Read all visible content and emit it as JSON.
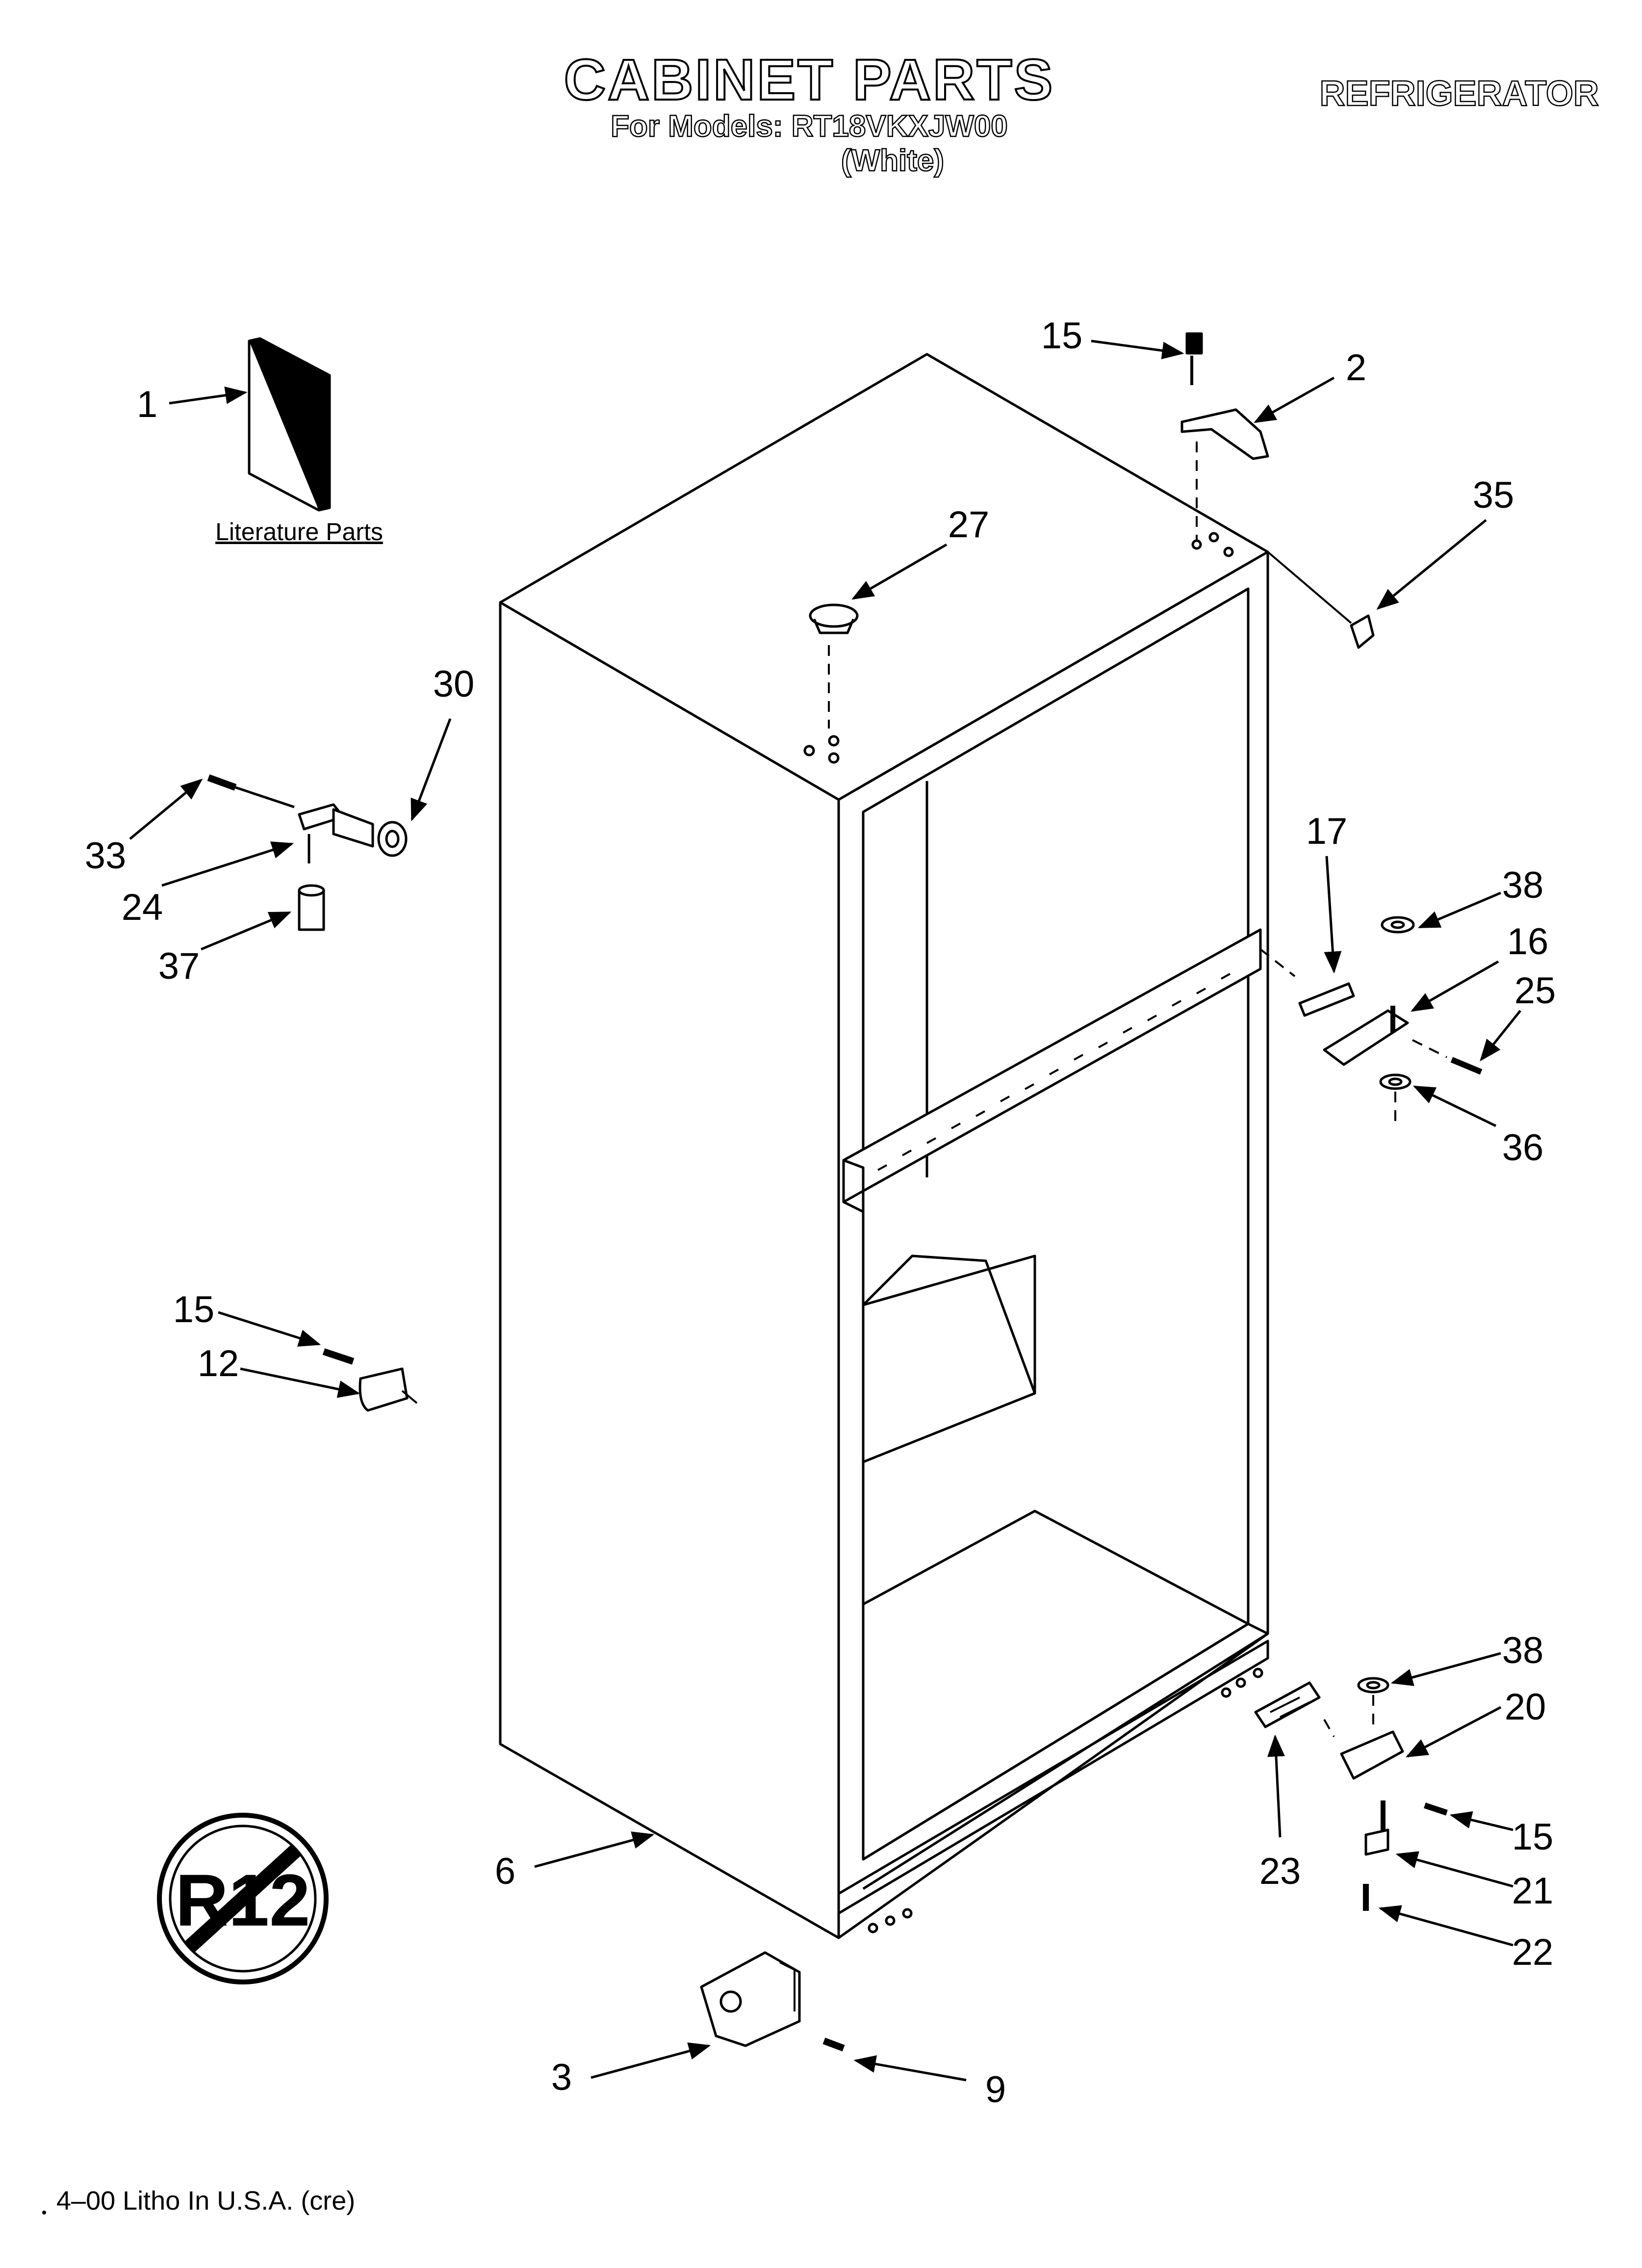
{
  "header": {
    "title": "CABINET PARTS",
    "models_line": "For Models: RT18VKXJW00",
    "variant": "(White)",
    "product": "REFRIGERATOR"
  },
  "literature": {
    "caption": "Literature Parts"
  },
  "badge": {
    "text": "R12"
  },
  "footer": {
    "text": "4–00 Litho In U.S.A. (cre)"
  },
  "callouts": [
    {
      "number": "1",
      "part": "literature"
    },
    {
      "number": "2",
      "part": "top-hinge"
    },
    {
      "number": "15",
      "part": "top-hinge-screw"
    },
    {
      "number": "35",
      "part": "hinge-cover"
    },
    {
      "number": "27",
      "part": "top-plug"
    },
    {
      "number": "30",
      "part": "washer"
    },
    {
      "number": "33",
      "part": "handle-screw"
    },
    {
      "number": "24",
      "part": "handle-bracket"
    },
    {
      "number": "37",
      "part": "spacer"
    },
    {
      "number": "17",
      "part": "shim"
    },
    {
      "number": "38",
      "part": "center-washer-top"
    },
    {
      "number": "16",
      "part": "center-hinge"
    },
    {
      "number": "25",
      "part": "center-hinge-screw"
    },
    {
      "number": "36",
      "part": "center-washer-bottom"
    },
    {
      "number": "15",
      "part": "side-screw"
    },
    {
      "number": "12",
      "part": "side-clip"
    },
    {
      "number": "38",
      "part": "bottom-washer"
    },
    {
      "number": "20",
      "part": "bottom-hinge"
    },
    {
      "number": "15",
      "part": "bottom-hinge-screw"
    },
    {
      "number": "21",
      "part": "hinge-pin"
    },
    {
      "number": "22",
      "part": "leveling-screw"
    },
    {
      "number": "23",
      "part": "bottom-shim"
    },
    {
      "number": "6",
      "part": "cabinet"
    },
    {
      "number": "3",
      "part": "roller"
    },
    {
      "number": "9",
      "part": "roller-screw"
    }
  ]
}
